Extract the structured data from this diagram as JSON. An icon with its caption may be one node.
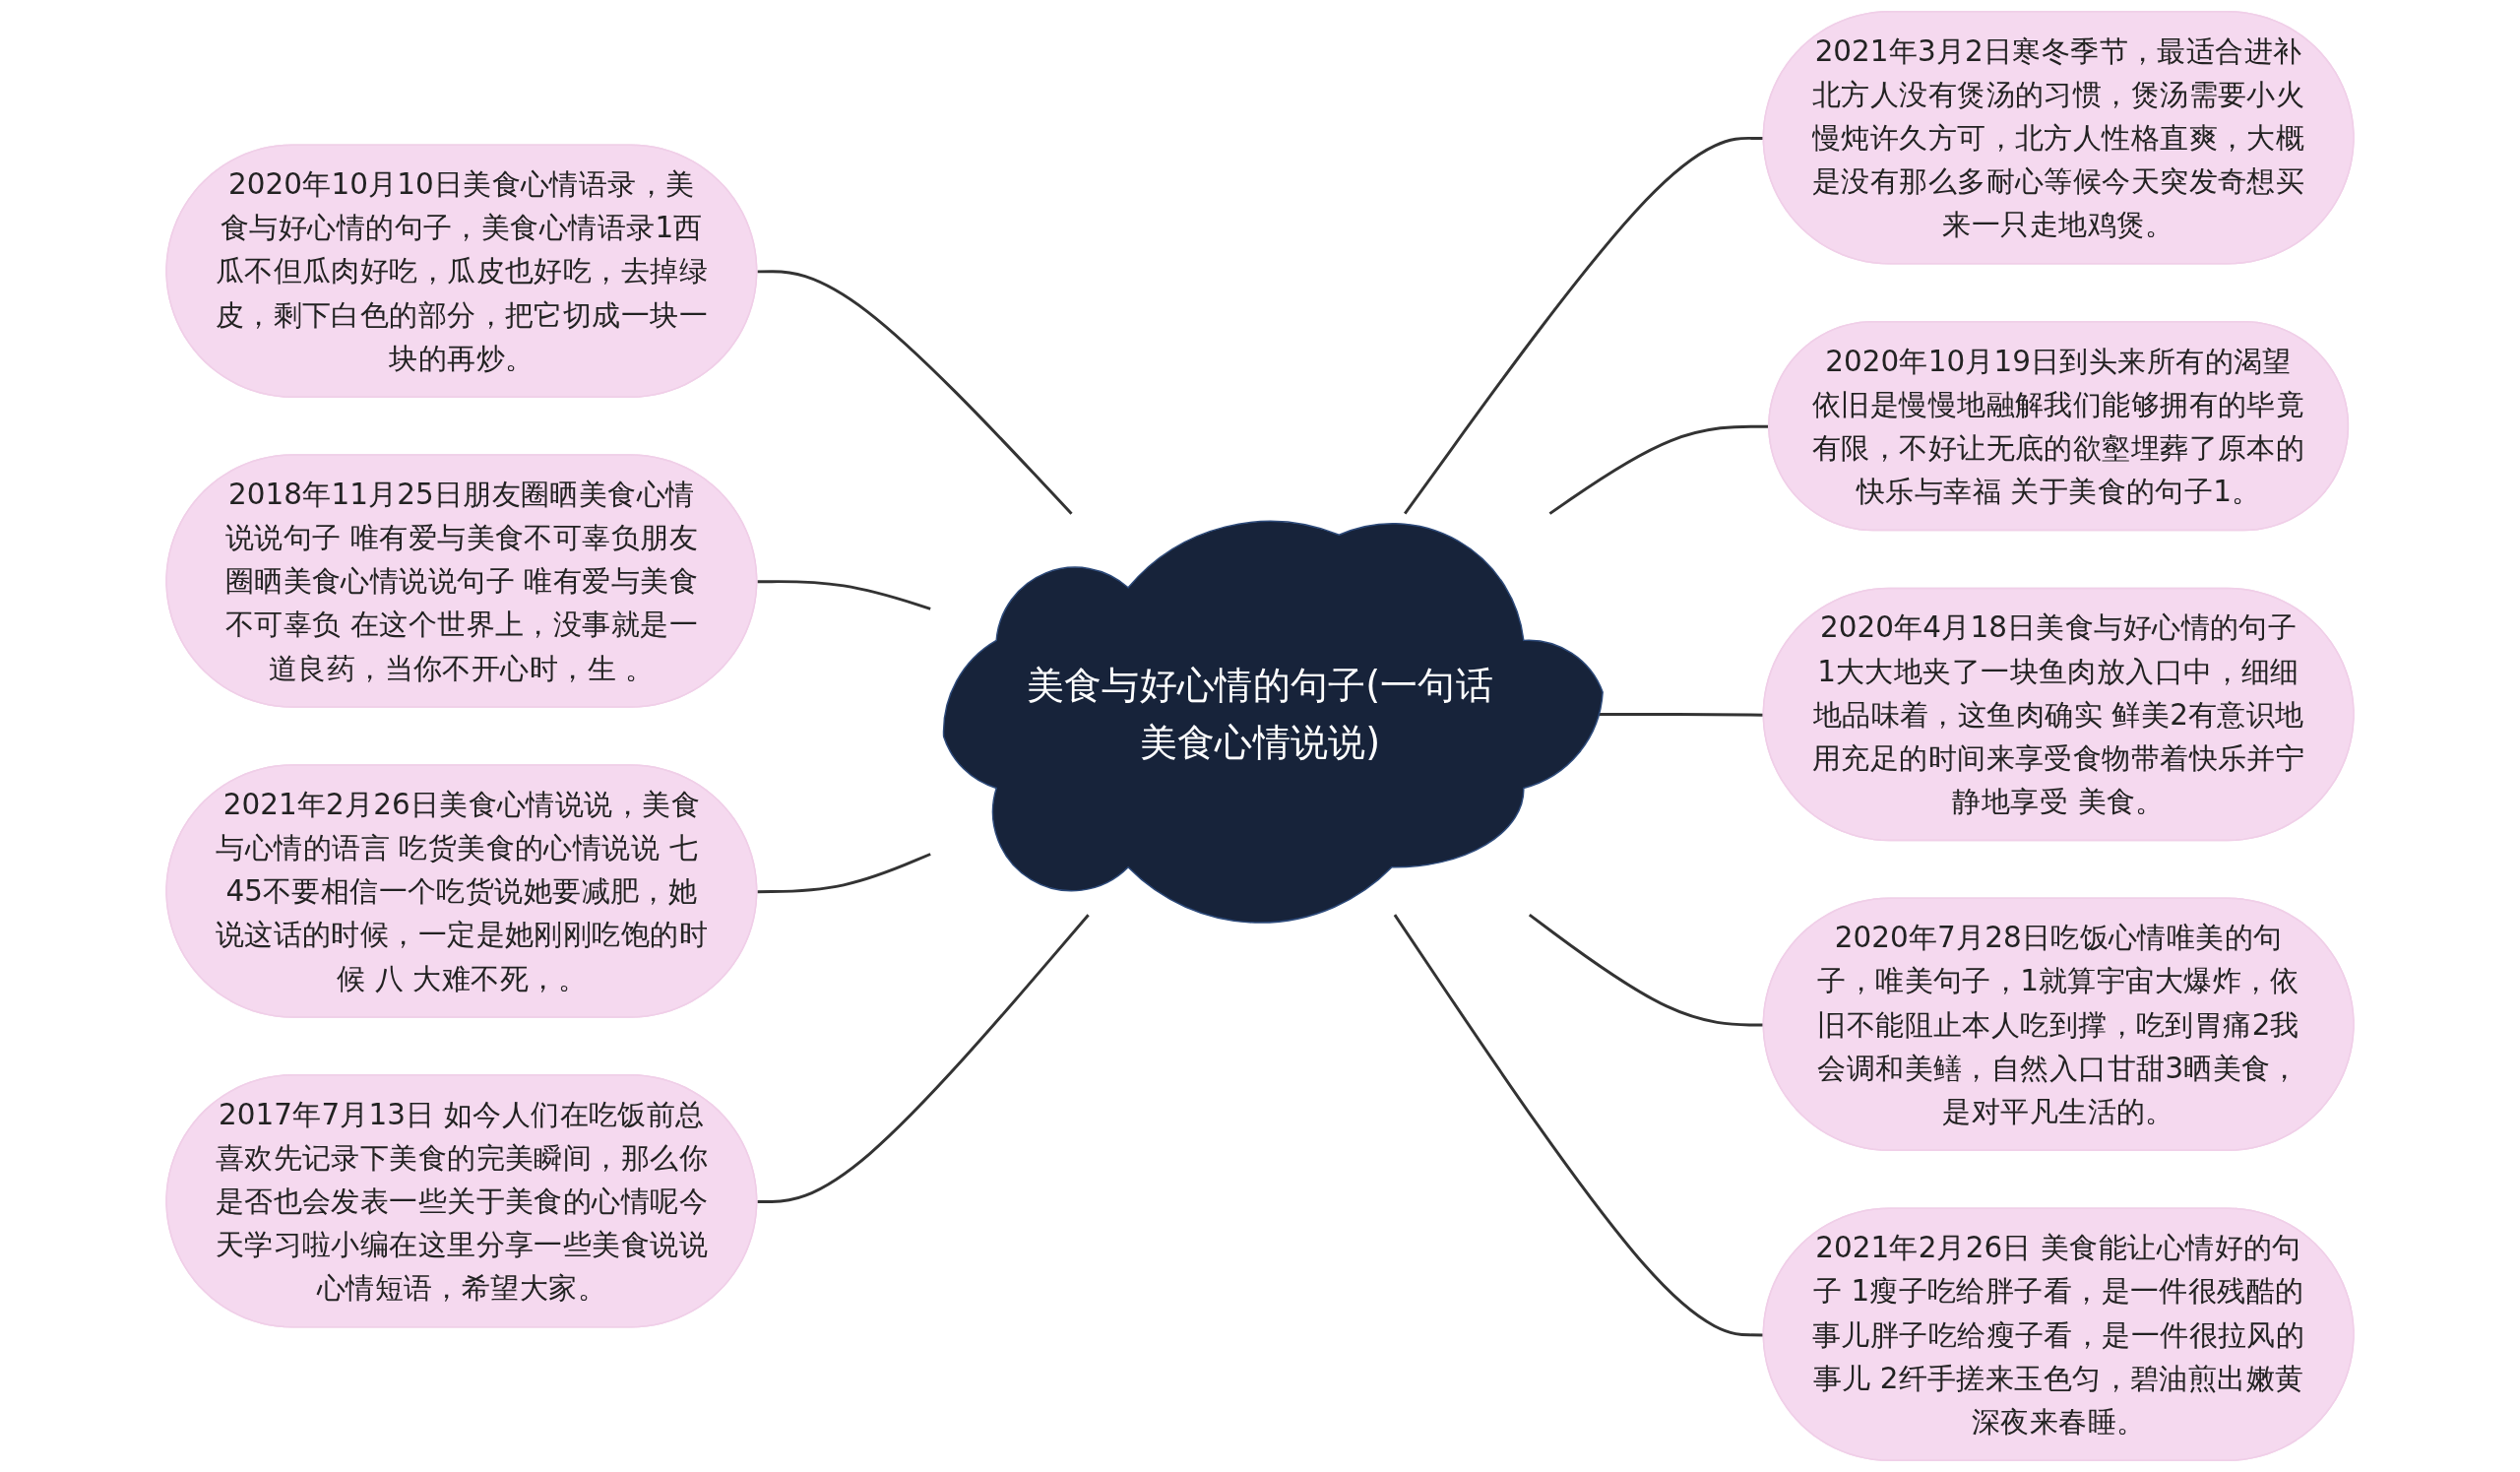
{
  "diagram": {
    "nodes": [
      {
        "text": [
          "美食与好心情的句子(一句话美食心情说说)"
        ]
      },
      {
        "text": [
          "2020年10月10日美食心情语录，美食与好心情的句子，美食心情语录1西瓜不但瓜肉好吃，瓜皮也好吃，去掉绿皮，剩下白色的部分，把它切成一块一块的再炒。"
        ]
      },
      {
        "text": [
          "2018年11月25日朋友圈晒美食心情说说句子 唯有爱与美食不可辜负朋友圈晒美食心情说说句子 唯有爱与美食不可辜负 在这个世界上，没事就是一道良药，当你不开心时，生 。"
        ]
      },
      {
        "text": [
          "2021年2月26日美食心情说说，美食与心情的语言 吃货美食的心情说说 七 45不要相信一个吃货说她要减肥，她说这话的时候，一定是她刚刚吃饱的时候 八 大难不死，。"
        ]
      },
      {
        "text": [
          "2017年7月13日 如今人们在吃饭前总喜欢先记录下美食的完美瞬间，那么你是否也会发表一些关于美食的心情呢今天学习啦小编在这里分享一些美食说说心情短语，希望大家。"
        ]
      },
      {
        "text": [
          "2021年3月2日寒冬季节，最适合进补北方人没有煲汤的习惯，煲汤需要小火慢炖许久方可，北方人性格直爽，大概是没有那么多耐心等候今天突发奇想买来一只走地鸡煲。"
        ]
      },
      {
        "text": [
          "2020年10月19日到头来所有的渴望依旧是慢慢地融解我们能够拥有的毕竟有限，不好让无底的欲壑埋葬了原本的快乐与幸福 关于美食的句子1。"
        ]
      },
      {
        "text": [
          "2020年4月18日美食与好心情的句子1大大地夹了一块鱼肉放入口中，细细地品味着，这鱼肉确实 鲜美2有意识地用充足的时间来享受食物带着快乐并宁静地享受 美食。"
        ]
      },
      {
        "text": [
          "2020年7月28日吃饭心情唯美的句子，唯美句子，1就算宇宙大爆炸，依旧不能阻止本人吃到撑，吃到胃痛2我会调和美鳝，自然入口甘甜3晒美食，是对平凡生活的。"
        ]
      },
      {
        "text": [
          "2021年2月26日 美食能让心情好的句子 1瘦子吃给胖子看，是一件很残酷的事儿胖子吃给瘦子看，是一件很拉风的事儿 2纤手搓来玉色匀，碧油煎出嫩黄深夜来春睡。"
        ]
      }
    ],
    "edges": [
      {
        "from": 1,
        "to": 0,
        "arrow": "none"
      },
      {
        "from": 2,
        "to": 0,
        "arrow": "none"
      },
      {
        "from": 3,
        "to": 0,
        "arrow": "none"
      },
      {
        "from": 4,
        "to": 0,
        "arrow": "none"
      },
      {
        "from": 0,
        "to": 5,
        "arrow": "none"
      },
      {
        "from": 0,
        "to": 6,
        "arrow": "none"
      },
      {
        "from": 0,
        "to": 7,
        "arrow": "none"
      },
      {
        "from": 0,
        "to": 8,
        "arrow": "none"
      },
      {
        "from": 0,
        "to": 9,
        "arrow": "none"
      }
    ]
  }
}
